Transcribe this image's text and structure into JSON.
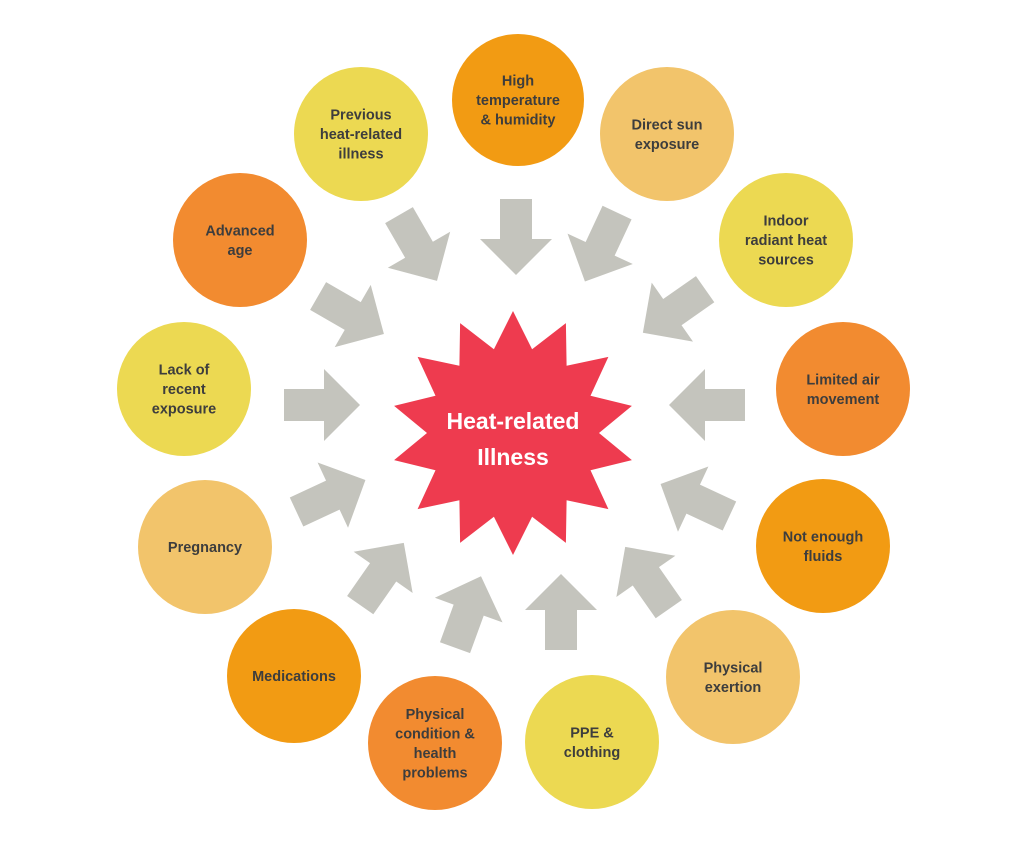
{
  "center": {
    "lines": [
      "Heat-related",
      "Illness"
    ],
    "color": "#ee3b4f"
  },
  "arrow_color": "#c4c4bd",
  "factors": [
    {
      "id": "high-temperature-humidity",
      "lines": [
        "High",
        "temperature",
        "& humidity"
      ],
      "color": "#f29b13"
    },
    {
      "id": "direct-sun-exposure",
      "lines": [
        "Direct sun",
        "exposure"
      ],
      "color": "#f2c46b"
    },
    {
      "id": "indoor-radiant-heat-sources",
      "lines": [
        "Indoor",
        "radiant heat",
        "sources"
      ],
      "color": "#ecd952"
    },
    {
      "id": "limited-air-movement",
      "lines": [
        "Limited air",
        "movement"
      ],
      "color": "#f28b30"
    },
    {
      "id": "not-enough-fluids",
      "lines": [
        "Not enough",
        "fluids"
      ],
      "color": "#f29b13"
    },
    {
      "id": "physical-exertion",
      "lines": [
        "Physical",
        "exertion"
      ],
      "color": "#f2c46b"
    },
    {
      "id": "ppe-clothing",
      "lines": [
        "PPE &",
        "clothing"
      ],
      "color": "#ecd952"
    },
    {
      "id": "physical-condition-health-problems",
      "lines": [
        "Physical",
        "condition &",
        "health",
        "problems"
      ],
      "color": "#f28b30"
    },
    {
      "id": "medications",
      "lines": [
        "Medications"
      ],
      "color": "#f29b13"
    },
    {
      "id": "pregnancy",
      "lines": [
        "Pregnancy"
      ],
      "color": "#f2c46b"
    },
    {
      "id": "lack-of-recent-exposure",
      "lines": [
        "Lack of",
        "recent",
        "exposure"
      ],
      "color": "#ecd952"
    },
    {
      "id": "advanced-age",
      "lines": [
        "Advanced",
        "age"
      ],
      "color": "#f28b30"
    },
    {
      "id": "previous-heat-related-illness",
      "lines": [
        "Previous",
        "heat-related",
        "illness"
      ],
      "color": "#ecd952"
    }
  ]
}
